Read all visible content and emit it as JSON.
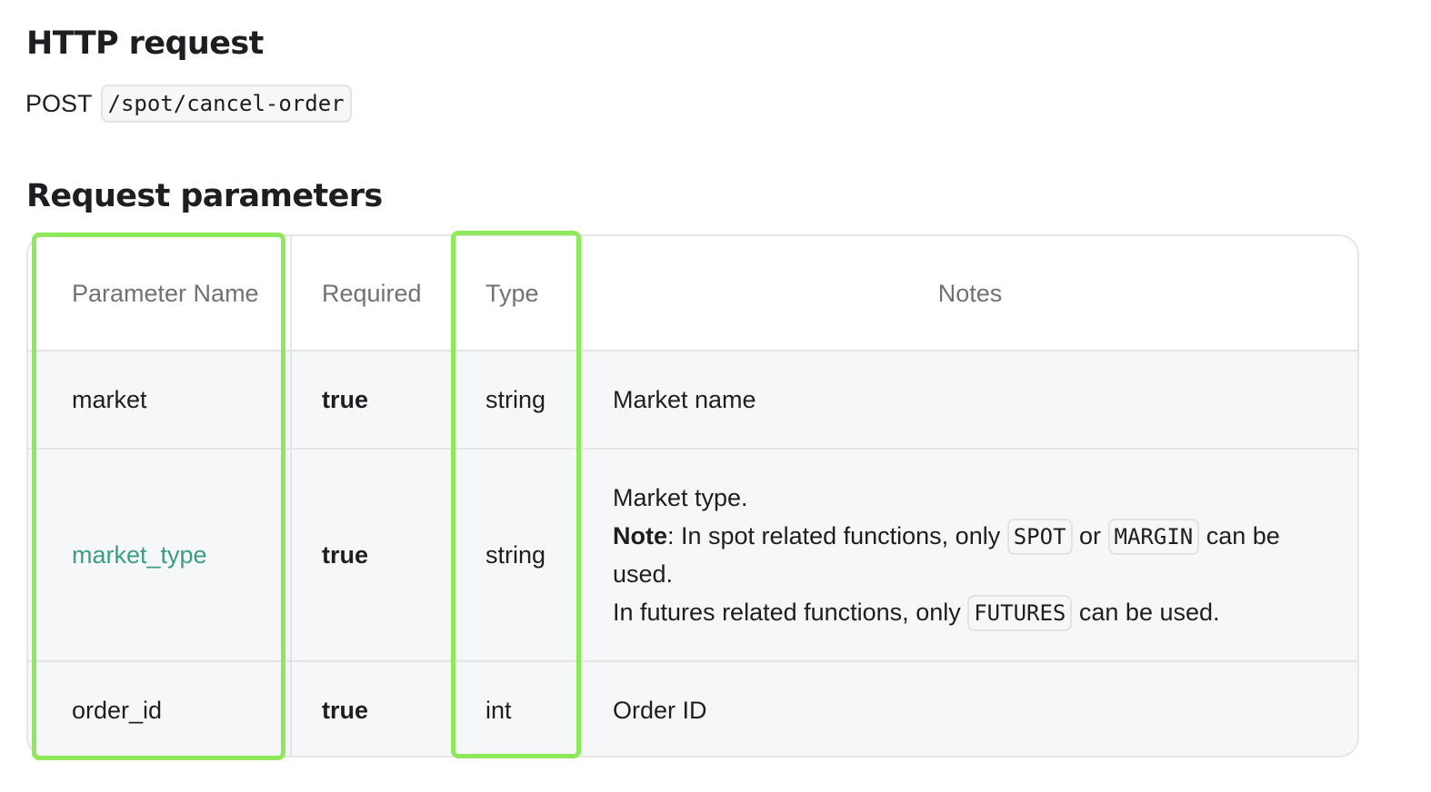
{
  "sections": {
    "http_request_title": "HTTP request",
    "request_parameters_title": "Request parameters"
  },
  "endpoint": {
    "method": "POST",
    "path": "/spot/cancel-order"
  },
  "table": {
    "headers": [
      "Parameter Name",
      "Required",
      "Type",
      "Notes"
    ],
    "rows": [
      {
        "name": "market",
        "required": "true",
        "type": "string",
        "notes": "Market name"
      },
      {
        "name": "market_type",
        "required": "true",
        "type": "string",
        "notes_line1": "Market type.",
        "note_label": "Note",
        "note_text_a": ": In spot related functions, only ",
        "code_spot": "SPOT",
        "note_text_b": " or ",
        "code_margin": "MARGIN",
        "note_text_c": " can be used.",
        "notes_line3_a": "In futures related functions, only ",
        "code_futures": "FUTURES",
        "notes_line3_b": " can be used."
      },
      {
        "name": "order_id",
        "required": "true",
        "type": "int",
        "notes": "Order ID"
      }
    ]
  },
  "colors": {
    "highlight": "#8de85a",
    "link": "#3c9d87"
  }
}
